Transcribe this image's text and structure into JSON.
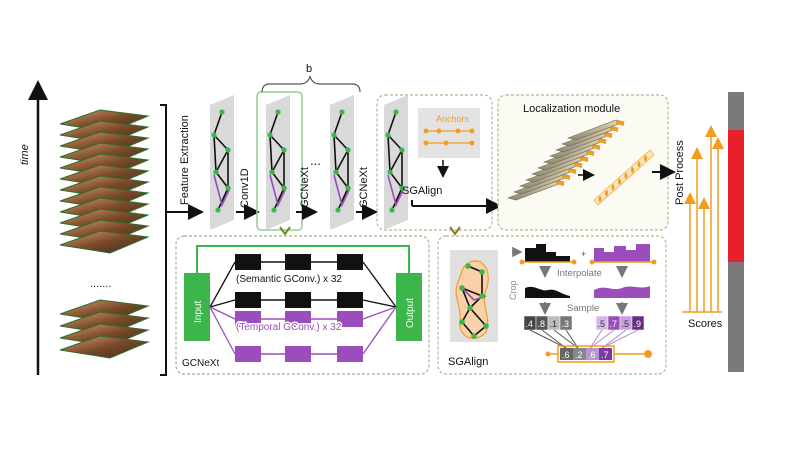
{
  "labels": {
    "time": "time",
    "dots": ".......",
    "feature_extraction": "Feature Extraction",
    "conv1d": "Conv1D",
    "gcnext_a": "GCNeXt",
    "gcnext_b": "GCNeXt",
    "ellipsis": "...",
    "b": "b",
    "anchors": "Anchors",
    "sgalign": "SGAlign",
    "localization_module": "Localization module",
    "post_process": "Post Process",
    "scores": "Scores",
    "input": "Input",
    "output": "Output",
    "semantic_gconv": "(Semantic  GConv.) x 32",
    "temporal_gconv": "(Temporal GConv.) x 32",
    "gcnext_caption": "GCNeXt",
    "crop": "Crop",
    "interpolate": "Interpolate",
    "sample": "Sample",
    "sgalign_caption": "SGAlign"
  },
  "sampled_values_row1": [
    ".4",
    ".8",
    ".1",
    ".3",
    ".5",
    ".7",
    ".5",
    ".9"
  ],
  "sampled_values_row2": [
    ".6",
    ".2",
    ".6",
    ".7"
  ],
  "colors": {
    "green": "#3cb54a",
    "purple": "#9b4dbb",
    "orange": "#f39c22",
    "red": "#e8202a",
    "gray_bar": "#7a7a7a",
    "dashed_border": "#b9b48a"
  }
}
